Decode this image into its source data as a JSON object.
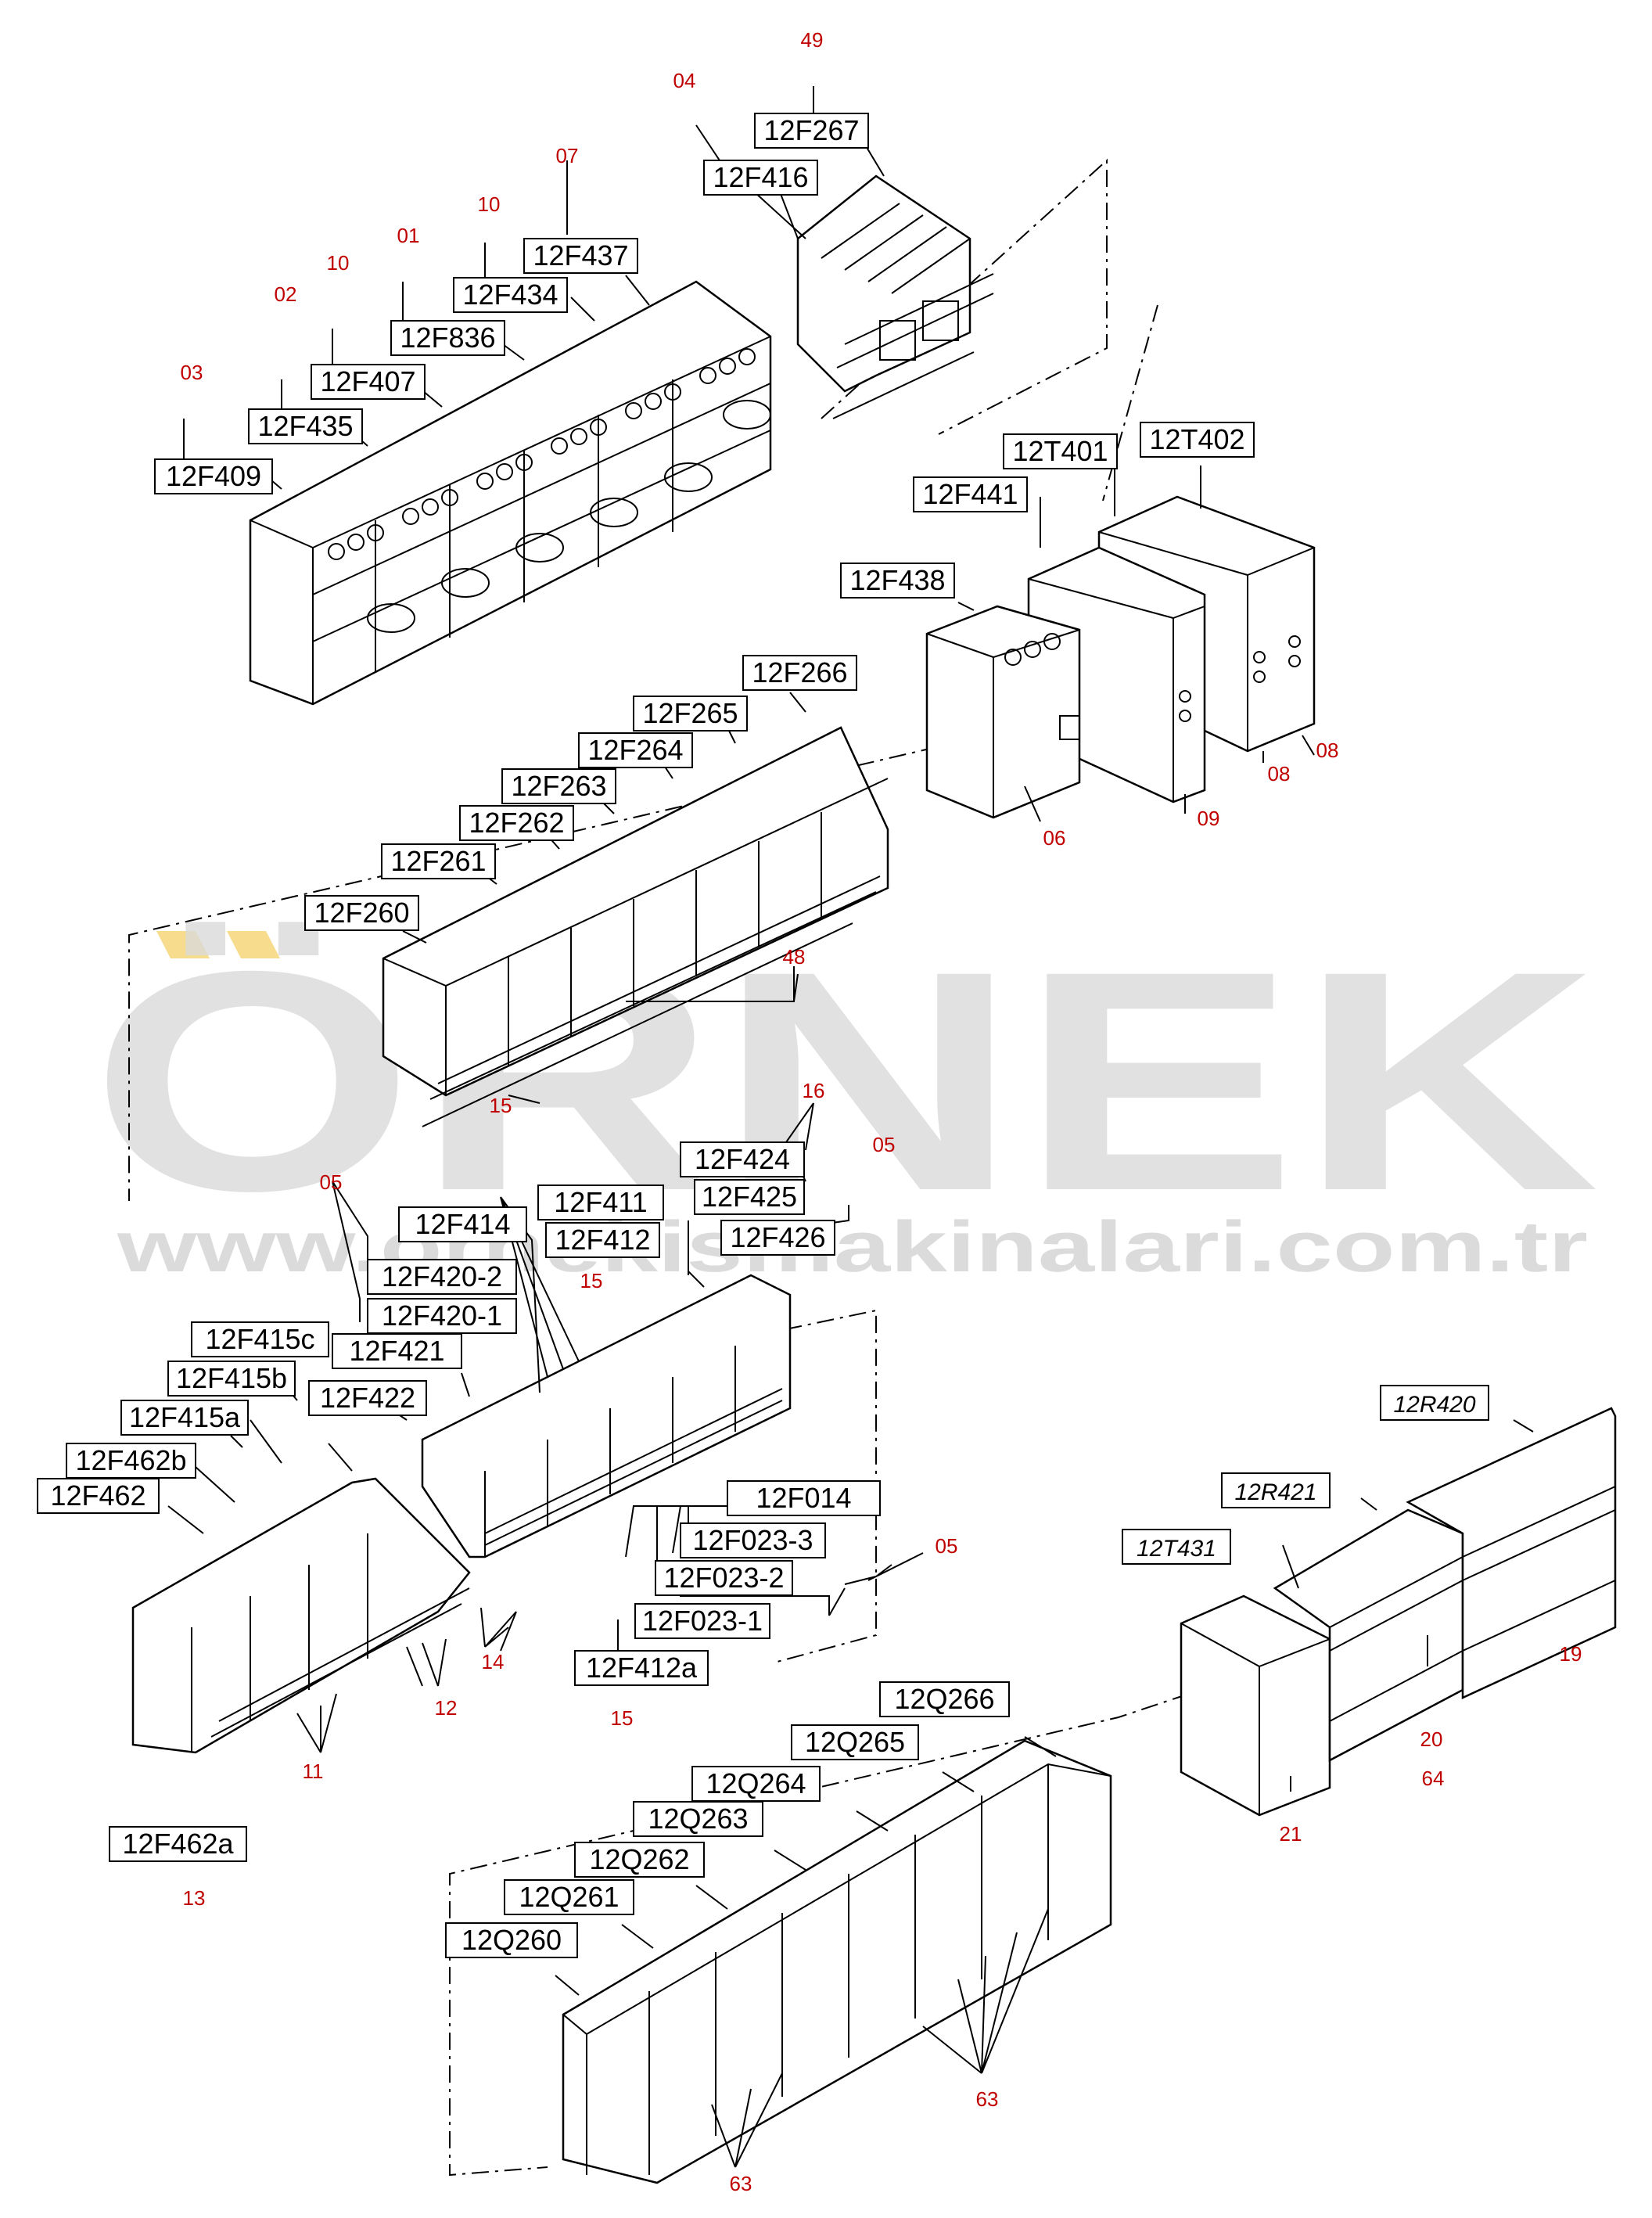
{
  "watermark": {
    "title": "ÖRNEK",
    "url": "www.ornekismakinalari.com.tr",
    "accent_color": "#f6dc8c"
  },
  "colors": {
    "label_text": "#000000",
    "ref_number": "#c00000"
  },
  "labels": [
    {
      "text": "12F267"
    },
    {
      "text": "12F416"
    },
    {
      "text": "12F437"
    },
    {
      "text": "12F434"
    },
    {
      "text": "12F836"
    },
    {
      "text": "12F407"
    },
    {
      "text": "12F435"
    },
    {
      "text": "12F409"
    },
    {
      "text": "12T401"
    },
    {
      "text": "12T402"
    },
    {
      "text": "12F441"
    },
    {
      "text": "12F438"
    },
    {
      "text": "12F266"
    },
    {
      "text": "12F265"
    },
    {
      "text": "12F264"
    },
    {
      "text": "12F263"
    },
    {
      "text": "12F262"
    },
    {
      "text": "12F261"
    },
    {
      "text": "12F260"
    },
    {
      "text": "12F424"
    },
    {
      "text": "12F425"
    },
    {
      "text": "12F426"
    },
    {
      "text": "12F411"
    },
    {
      "text": "12F412"
    },
    {
      "text": "12F414"
    },
    {
      "text": "12F420-2"
    },
    {
      "text": "12F420-1"
    },
    {
      "text": "12F415c"
    },
    {
      "text": "12F421"
    },
    {
      "text": "12F415b"
    },
    {
      "text": "12F422"
    },
    {
      "text": "12F415a"
    },
    {
      "text": "12F462b"
    },
    {
      "text": "12F462"
    },
    {
      "text": "12F014"
    },
    {
      "text": "12F023-3"
    },
    {
      "text": "12F023-2"
    },
    {
      "text": "12F023-1"
    },
    {
      "text": "12F412a"
    },
    {
      "text": "12F462a"
    },
    {
      "text": "12R420"
    },
    {
      "text": "12R421"
    },
    {
      "text": "12T431"
    },
    {
      "text": "12Q266"
    },
    {
      "text": "12Q265"
    },
    {
      "text": "12Q264"
    },
    {
      "text": "12Q263"
    },
    {
      "text": "12Q262"
    },
    {
      "text": "12Q261"
    },
    {
      "text": "12Q260"
    }
  ],
  "ref_numbers": [
    {
      "text": "49"
    },
    {
      "text": "04"
    },
    {
      "text": "07"
    },
    {
      "text": "10"
    },
    {
      "text": "01"
    },
    {
      "text": "10"
    },
    {
      "text": "02"
    },
    {
      "text": "03"
    },
    {
      "text": "06"
    },
    {
      "text": "09"
    },
    {
      "text": "08"
    },
    {
      "text": "08"
    },
    {
      "text": "48"
    },
    {
      "text": "15"
    },
    {
      "text": "16"
    },
    {
      "text": "05"
    },
    {
      "text": "05"
    },
    {
      "text": "15"
    },
    {
      "text": "05"
    },
    {
      "text": "14"
    },
    {
      "text": "12"
    },
    {
      "text": "11"
    },
    {
      "text": "15"
    },
    {
      "text": "13"
    },
    {
      "text": "19"
    },
    {
      "text": "20"
    },
    {
      "text": "64"
    },
    {
      "text": "21"
    },
    {
      "text": "63"
    },
    {
      "text": "63"
    }
  ]
}
